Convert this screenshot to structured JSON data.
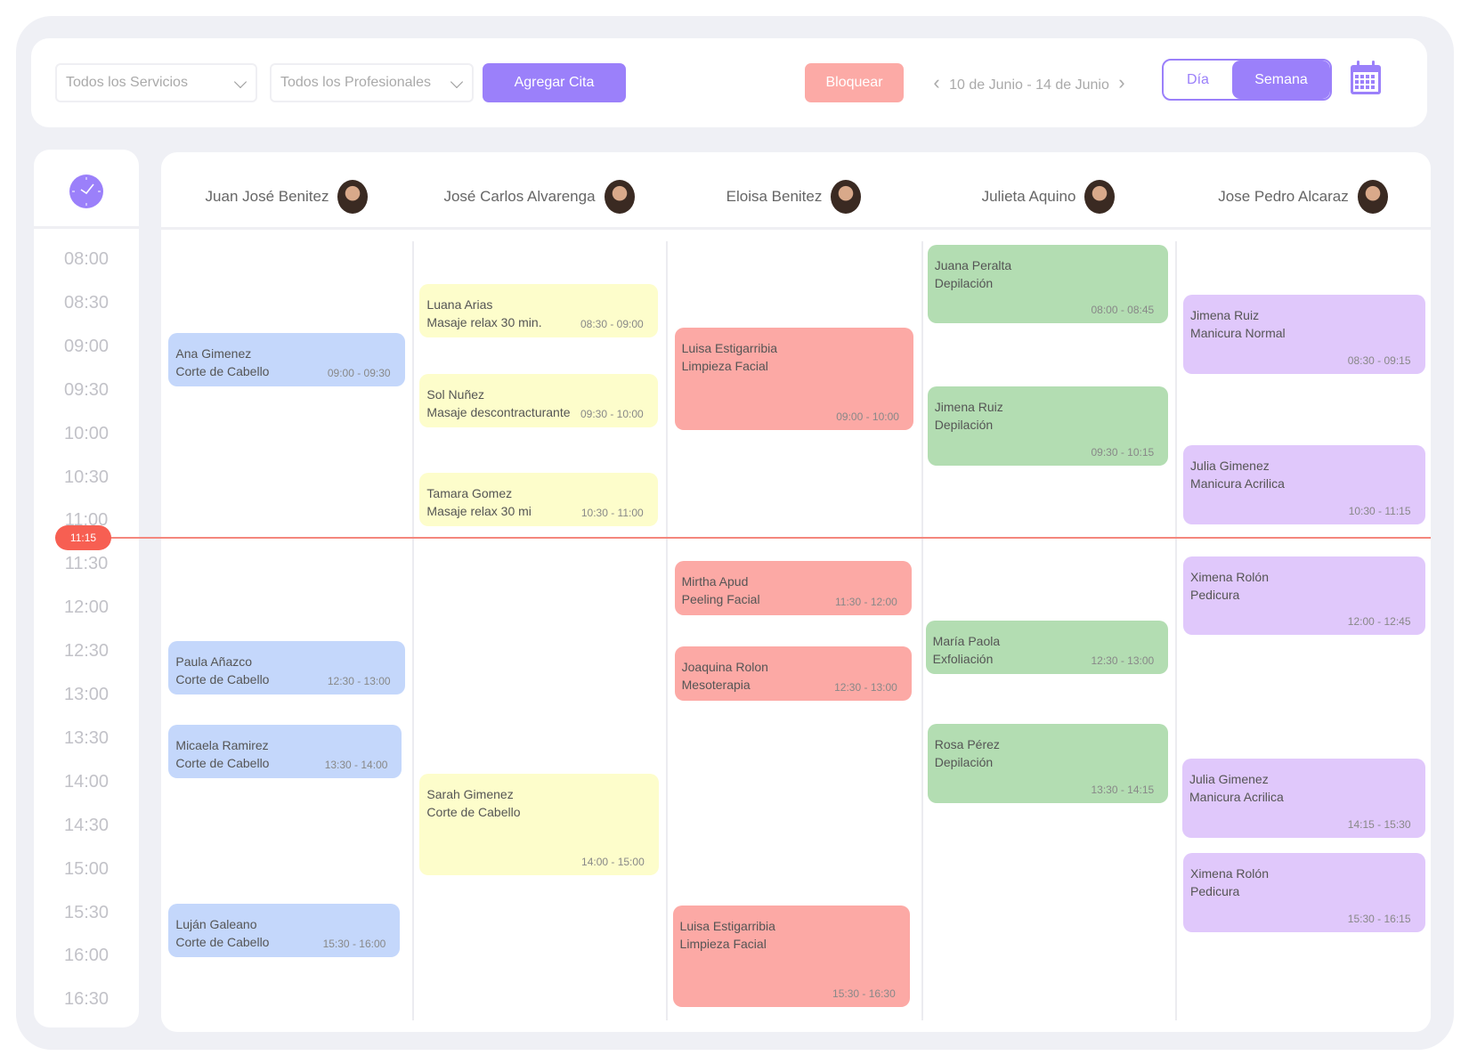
{
  "toolbar": {
    "services_select": "Todos los Servicios",
    "professionals_select": "Todos los Profesionales",
    "add_label": "Agregar Cita",
    "block_label": "Bloquear",
    "date_range": "10 de Junio - 14 de Junio",
    "view_day": "Día",
    "view_week": "Semana"
  },
  "colors": {
    "accent": "#9b80fa",
    "block": "#fcaaa6",
    "now": "#f75f52"
  },
  "times": [
    "08:00",
    "08:30",
    "09:00",
    "09:30",
    "10:00",
    "10:30",
    "11:00",
    "11:30",
    "12:00",
    "12:30",
    "13:00",
    "13:30",
    "14:00",
    "14:30",
    "15:00",
    "15:30",
    "16:00",
    "16:30"
  ],
  "now": "11:15",
  "columns": [
    {
      "name": "Juan José Benitez",
      "color": "#c4d7fb",
      "appointments": [
        {
          "client": "Ana Gimenez",
          "service": "Corte de Cabello",
          "time": "09:00 - 09:30"
        },
        {
          "client": "Paula Añazco",
          "service": "Corte de Cabello",
          "time": "12:30 - 13:00"
        },
        {
          "client": "Micaela Ramirez",
          "service": "Corte de Cabello",
          "time": "13:30 - 14:00"
        },
        {
          "client": "Luján Galeano",
          "service": "Corte de Cabello",
          "time": "15:30 - 16:00"
        }
      ]
    },
    {
      "name": "José Carlos Alvarenga",
      "color": "#fdfdcb",
      "appointments": [
        {
          "client": "Luana Arias",
          "service": "Masaje relax 30 min.",
          "time": "08:30 - 09:00"
        },
        {
          "client": "Sol Nuñez",
          "service": "Masaje descontracturante",
          "time": "09:30 - 10:00"
        },
        {
          "client": "Tamara Gomez",
          "service": "Masaje relax 30 mi",
          "time": "10:30 - 11:00"
        },
        {
          "client": "Sarah Gimenez",
          "service": "Corte de Cabello",
          "time": "14:00 - 15:00"
        }
      ]
    },
    {
      "name": "Eloisa Benitez",
      "color": "#fca9a5",
      "appointments": [
        {
          "client": "Luisa Estigarribia",
          "service": "Limpieza Facial",
          "time": "09:00 - 10:00"
        },
        {
          "client": "Mirtha Apud",
          "service": "Peeling Facial",
          "time": "11:30 - 12:00"
        },
        {
          "client": "Joaquina Rolon",
          "service": "Mesoterapia",
          "time": "12:30 - 13:00"
        },
        {
          "client": "Luisa Estigarribia",
          "service": "Limpieza Facial",
          "time": "15:30 - 16:30"
        }
      ]
    },
    {
      "name": "Julieta Aquino",
      "color": "#b3ddb2",
      "appointments": [
        {
          "client": "Juana Peralta",
          "service": "Depilación",
          "time": "08:00 - 08:45"
        },
        {
          "client": "Jimena Ruiz",
          "service": "Depilación",
          "time": "09:30 - 10:15"
        },
        {
          "client": "María Paola",
          "service": "Exfoliación",
          "time": "12:30 - 13:00"
        },
        {
          "client": "Rosa Pérez",
          "service": "Depilación",
          "time": "13:30 - 14:15"
        }
      ]
    },
    {
      "name": "Jose Pedro Alcaraz",
      "color": "#e0c8fb",
      "appointments": [
        {
          "client": "Jimena Ruiz",
          "service": "Manicura Normal",
          "time": "08:30 - 09:15"
        },
        {
          "client": "Julia Gimenez",
          "service": "Manicura Acrilica",
          "time": "10:30 - 11:15"
        },
        {
          "client": "Ximena Rolón",
          "service": "Pedicura",
          "time": "12:00 - 12:45"
        },
        {
          "client": "Julia Gimenez",
          "service": "Manicura Acrilica",
          "time": "14:15 - 15:30"
        },
        {
          "client": "Ximena Rolón",
          "service": "Pedicura",
          "time": "15:30 - 16:15"
        }
      ]
    }
  ]
}
